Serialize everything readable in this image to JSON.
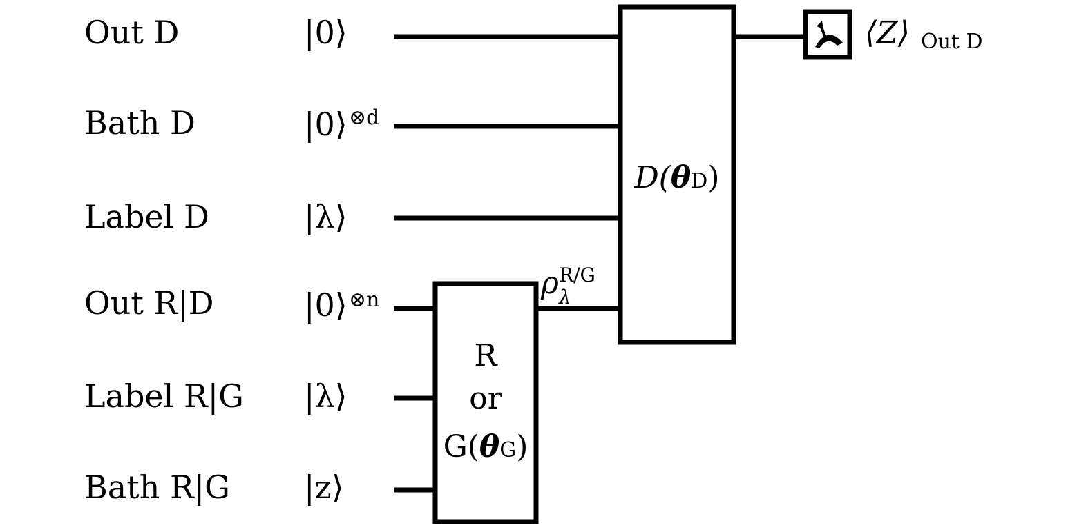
{
  "registers": [
    {
      "name": "Out D",
      "state": "|0⟩",
      "state_sup": ""
    },
    {
      "name": "Bath D",
      "state": "|0⟩",
      "state_sup": "⊗d"
    },
    {
      "name": "Label D",
      "state": "|λ⟩",
      "state_sup": ""
    },
    {
      "name": "Out R|D",
      "state": "|0⟩",
      "state_sup": "⊗n"
    },
    {
      "name": "Label R|G",
      "state": "|λ⟩",
      "state_sup": ""
    },
    {
      "name": "Bath R|G",
      "state": "|z⟩",
      "state_sup": ""
    }
  ],
  "gates": {
    "discriminator": {
      "main": "D(",
      "theta": "θ",
      "sub": "D",
      "close": ")"
    },
    "generator": {
      "line1": "R",
      "line2": "or",
      "line3_main": "G(",
      "line3_theta": "θ",
      "line3_sub": "G",
      "line3_close": ")"
    }
  },
  "intermediate_state": {
    "symbol": "ρ",
    "sub": "λ",
    "sup": "R/G"
  },
  "measurement": {
    "icon": "meter-icon",
    "label_main": "⟨Z⟩",
    "label_sub": "Out D"
  }
}
